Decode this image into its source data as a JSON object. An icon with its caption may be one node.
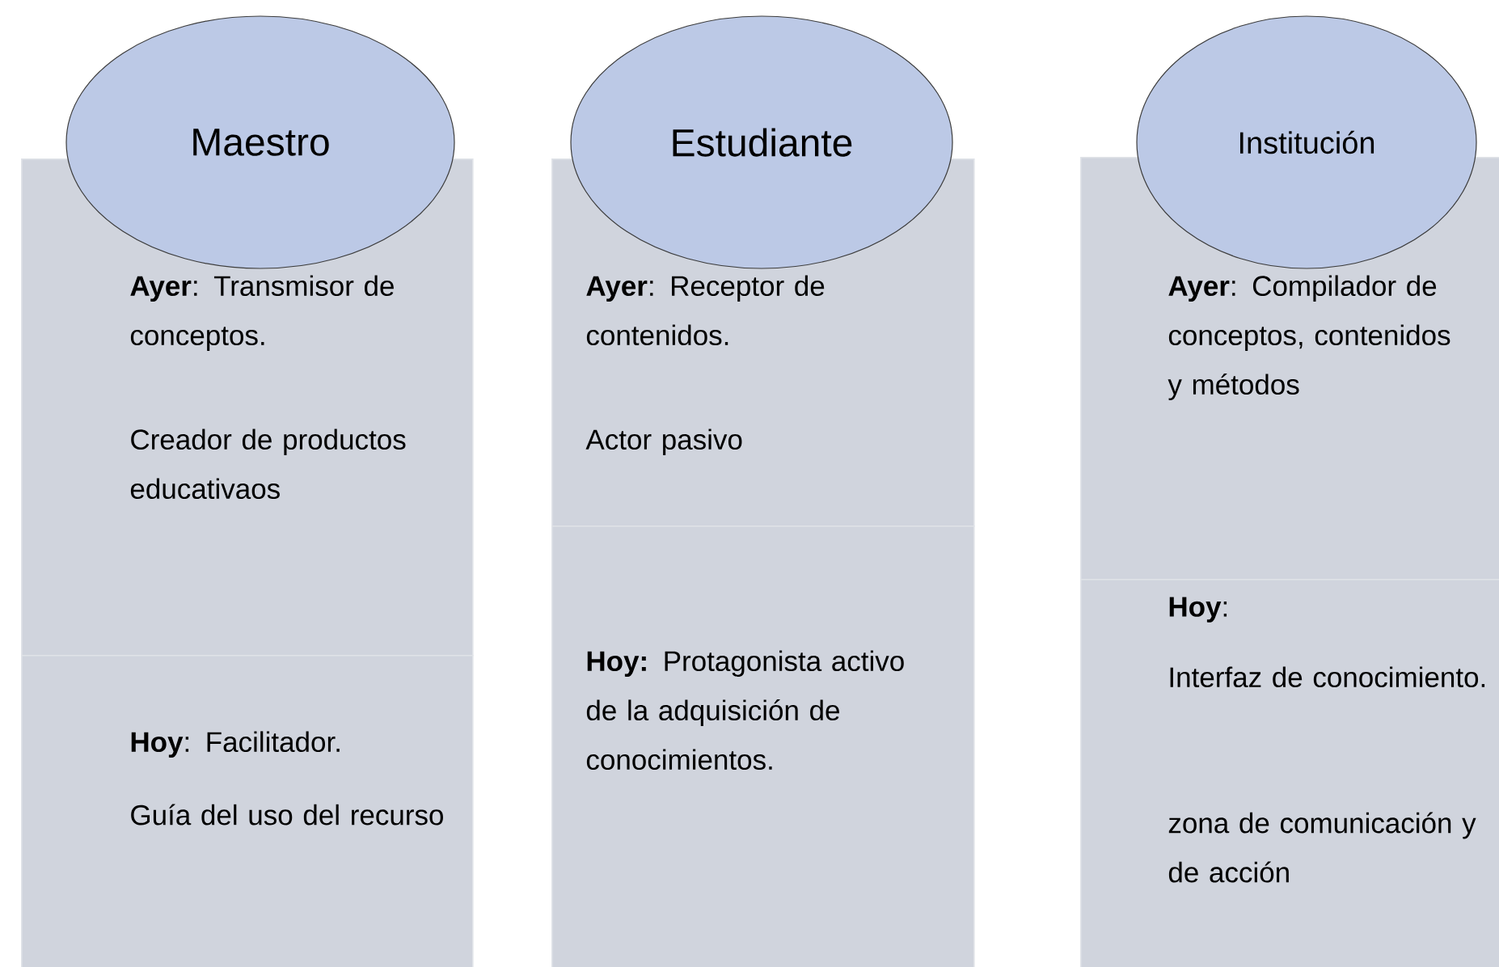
{
  "diagram": {
    "nodes": [
      {
        "text": [
          "Maestro"
        ]
      },
      {
        "text": [
          "**Ayer**: Transmisor de conceptos.",
          "Creador de productos educativaos"
        ]
      },
      {
        "text": [
          "**Hoy**:  Facilitador.",
          "Guía del uso del recurso"
        ]
      },
      {
        "text": [
          "Estudiante"
        ]
      },
      {
        "text": [
          "**Ayer**: Receptor de contenidos.",
          "Actor pasivo"
        ]
      },
      {
        "text": [
          "**Hoy:** Protagonista activo de la adquisición de conocimientos."
        ]
      },
      {
        "text": [
          "Institución"
        ]
      },
      {
        "text": [
          "**Ayer**: Compilador de conceptos, contenidos y métodos"
        ]
      },
      {
        "text": [
          "**Hoy**:",
          "Interfaz de conocimiento.",
          "zona de comunicación y de acción"
        ]
      }
    ]
  }
}
